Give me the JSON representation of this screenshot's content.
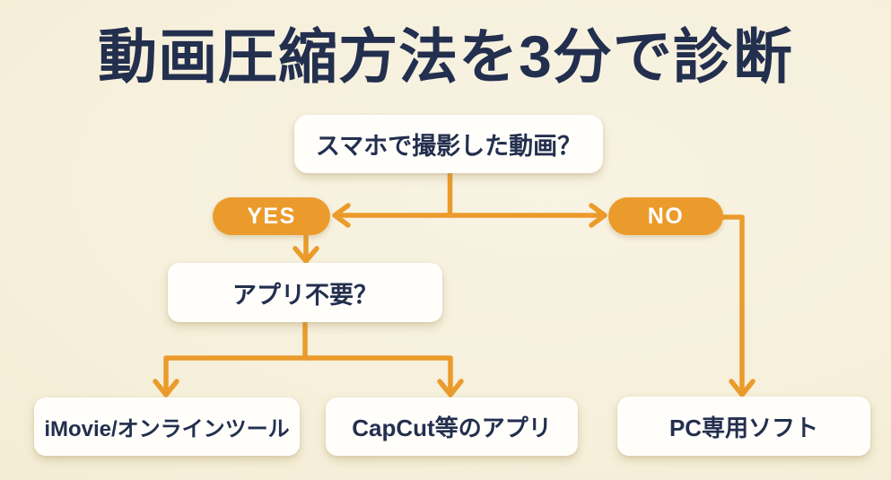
{
  "title": "動画圧縮方法を3分で診断",
  "flow": {
    "q1": "スマホで撮影した動画？",
    "yes": "YES",
    "no": "NO",
    "q2": "アプリ不要？",
    "result_online": "iMovie/オンラインツール",
    "result_app": "CapCut等のアプリ",
    "result_pc": "PC専用ソフト"
  },
  "colors": {
    "background": "#F5EFD9",
    "accent": "#EB9B2B",
    "text": "#232F4E",
    "node_bg": "#FFFEFB"
  }
}
